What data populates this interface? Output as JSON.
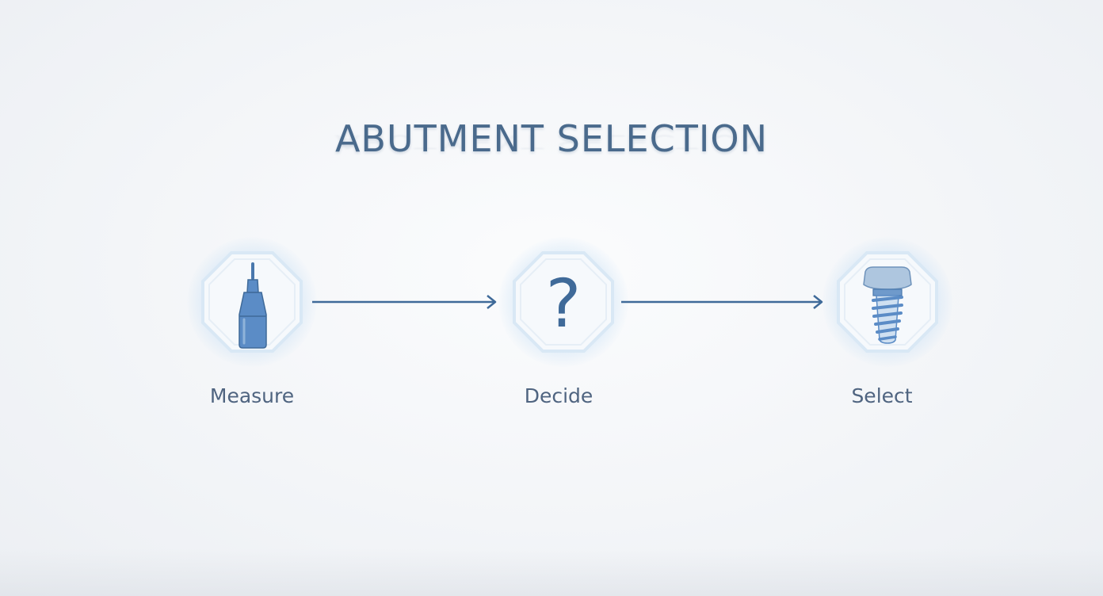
{
  "title": "ABUTMENT SELECTION",
  "steps": [
    {
      "label": "Measure",
      "icon": "measuring-probe-icon"
    },
    {
      "label": "Decide",
      "icon": "question-mark-icon",
      "glyph": "?"
    },
    {
      "label": "Select",
      "icon": "dental-implant-icon"
    }
  ],
  "colors": {
    "accent": "#3f6a99",
    "text": "#4f6480",
    "icon_fill": "#5b8cc6",
    "frame": "#d6e6f4"
  }
}
